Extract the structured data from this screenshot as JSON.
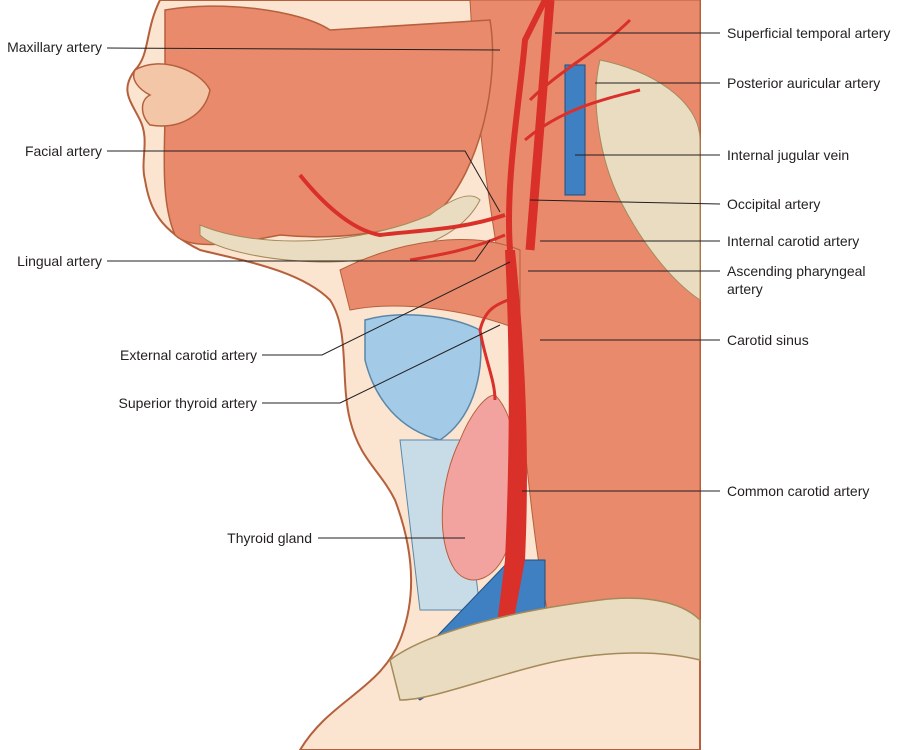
{
  "labels_left": {
    "maxillary": "Maxillary artery",
    "facial": "Facial artery",
    "lingual": "Lingual artery",
    "external_carotid": "External carotid artery",
    "superior_thyroid": "Superior thyroid artery",
    "thyroid_gland": "Thyroid gland"
  },
  "labels_right": {
    "superficial_temporal": "Superficial temporal artery",
    "posterior_auricular": "Posterior auricular artery",
    "internal_jugular": "Internal jugular vein",
    "occipital": "Occipital artery",
    "internal_carotid": "Internal carotid artery",
    "ascending_pharyngeal_1": "Ascending pharyngeal",
    "ascending_pharyngeal_2": "artery",
    "carotid_sinus": "Carotid sinus",
    "common_carotid": "Common carotid artery"
  },
  "colors": {
    "skin": "#fbe4d0",
    "outline": "#b5603c",
    "muscle": "#e98a6c",
    "artery": "#d9302a",
    "vein": "#3f80c2",
    "bone": "#e9dcc0",
    "cartilage": "#a3cbe8",
    "thyroid": "#f2a3a0"
  }
}
